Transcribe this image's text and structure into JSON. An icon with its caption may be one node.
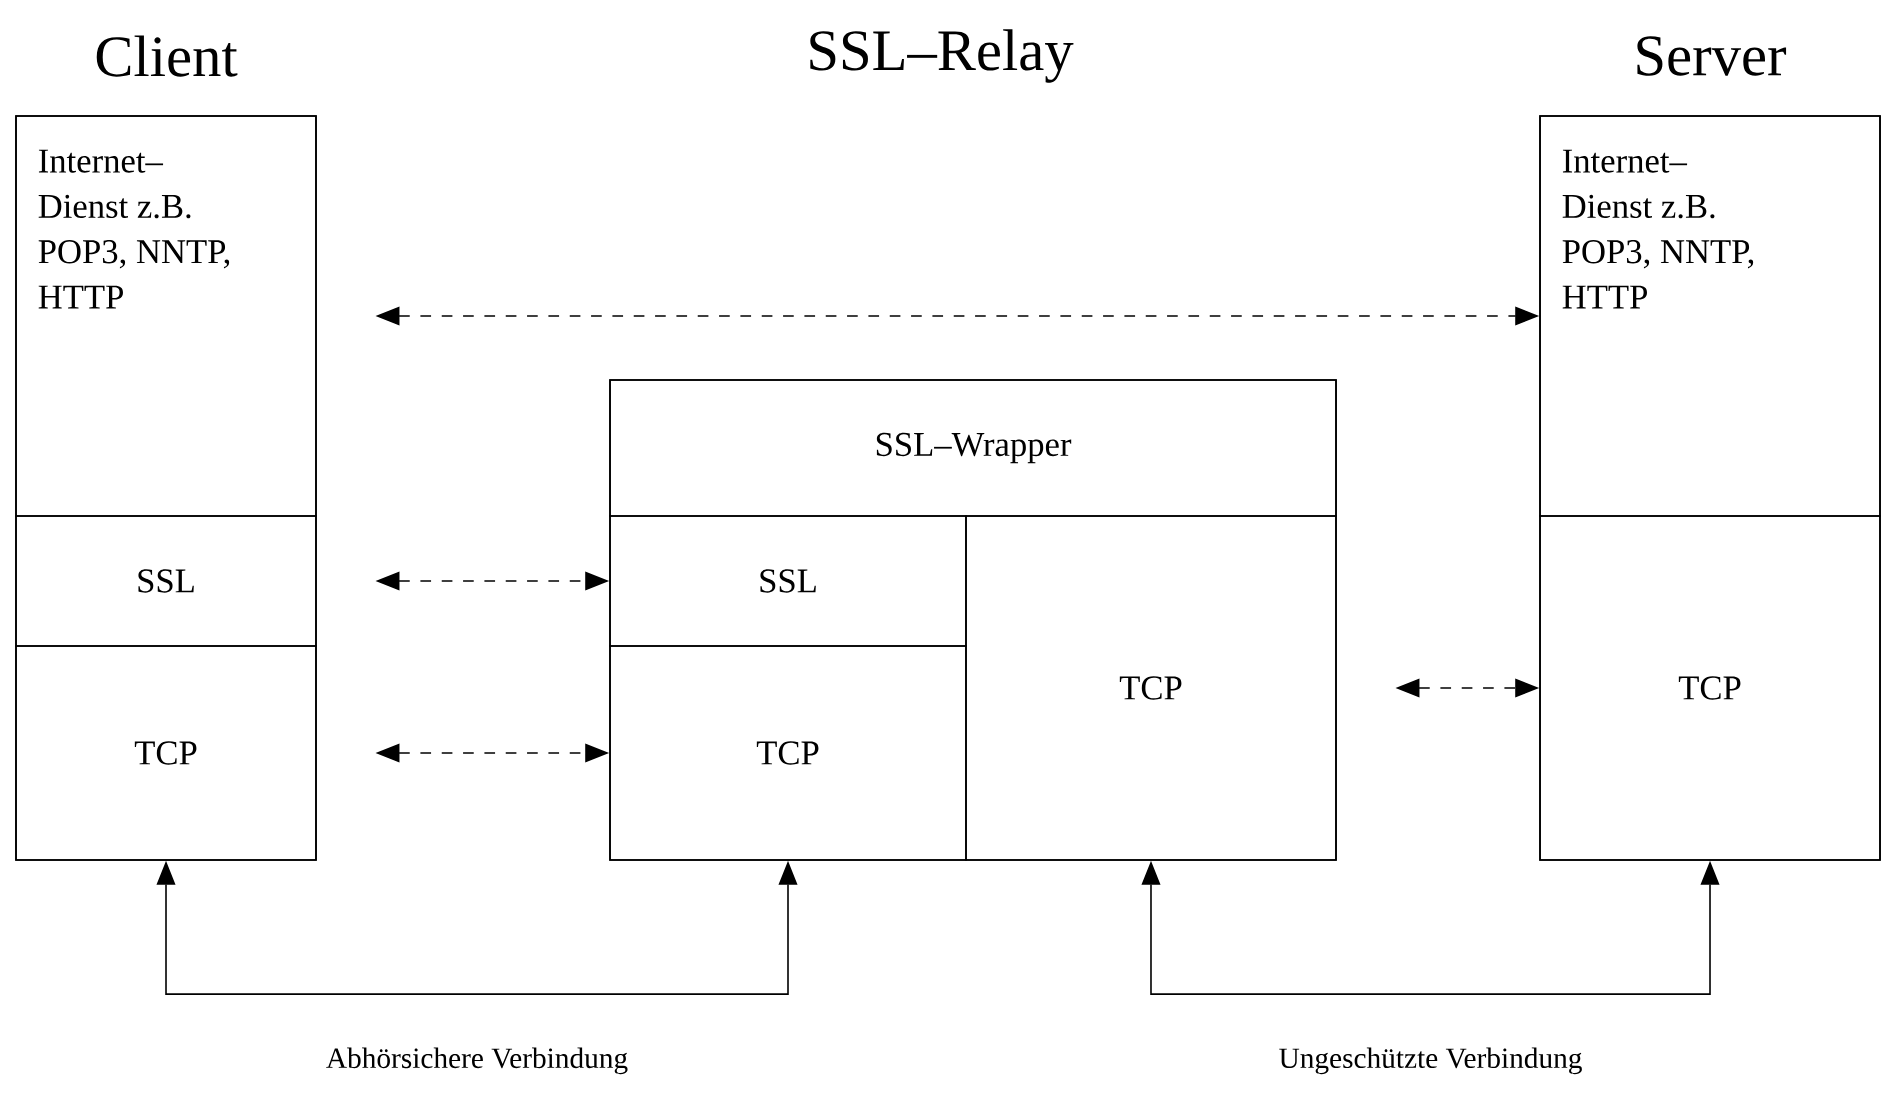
{
  "diagram": {
    "nodes": [
      {
        "text": [
          "Client"
        ]
      },
      {
        "text": [
          "Internet– Dienst z.B. POP3, NNTP, HTTP"
        ],
        "in": 0
      },
      {
        "text": [
          "SSL"
        ],
        "in": 0
      },
      {
        "text": [
          "TCP"
        ],
        "in": 0
      },
      {
        "text": [],
        "shape": "box"
      },
      {
        "text": [
          "SSL–Wrapper"
        ],
        "in": 4
      },
      {
        "text": [
          "SSL"
        ],
        "in": 4
      },
      {
        "text": [
          "TCP"
        ],
        "in": 4
      },
      {
        "text": [
          "TCP"
        ],
        "in": 4
      },
      {
        "text": [
          "Server"
        ]
      },
      {
        "text": [
          "Internet– Dienst z.B. POP3, NNTP, HTTP"
        ],
        "in": 9
      },
      {
        "text": [
          "TCP"
        ],
        "in": 9
      }
    ],
    "edges": [
      {
        "from": 1,
        "to": 10,
        "arrow": "both",
        "style": "dashed"
      },
      {
        "from": 2,
        "to": 6,
        "arrow": "both",
        "style": "dashed"
      },
      {
        "from": 3,
        "to": 7,
        "arrow": "both",
        "style": "dashed"
      },
      {
        "from": 8,
        "to": 11,
        "arrow": "both",
        "style": "dashed"
      },
      {
        "from": 3,
        "to": 7,
        "arrow": "both",
        "label": "Abhörsichere Verbindung"
      },
      {
        "from": 8,
        "to": 11,
        "arrow": "both",
        "label": "Ungeschützte Verbindung"
      }
    ],
    "labels": [
      "SSL–Relay"
    ]
  }
}
